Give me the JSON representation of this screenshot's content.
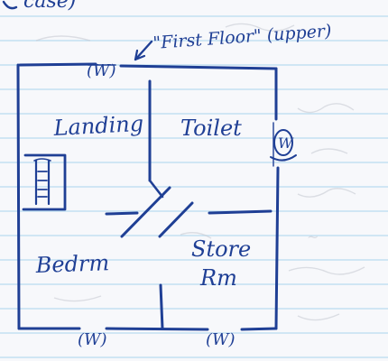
{
  "page": {
    "top_fragment": "case)",
    "heading": "\"First Floor\" (upper)",
    "paper_line_color": "#b9dbef",
    "ink_color": "#1f3f95",
    "bleed_through_color": "#b9bcc6"
  },
  "rooms": {
    "landing": "Landing",
    "toilet": "Toilet",
    "bedroom": "Bedrm",
    "store_room_line1": "Store",
    "store_room_line2": "Rm"
  },
  "windows": {
    "top": "(W)",
    "right": "W",
    "bottom_left": "(W)",
    "bottom_right": "(W)"
  },
  "stairs": {
    "icon": "staircase-icon"
  }
}
